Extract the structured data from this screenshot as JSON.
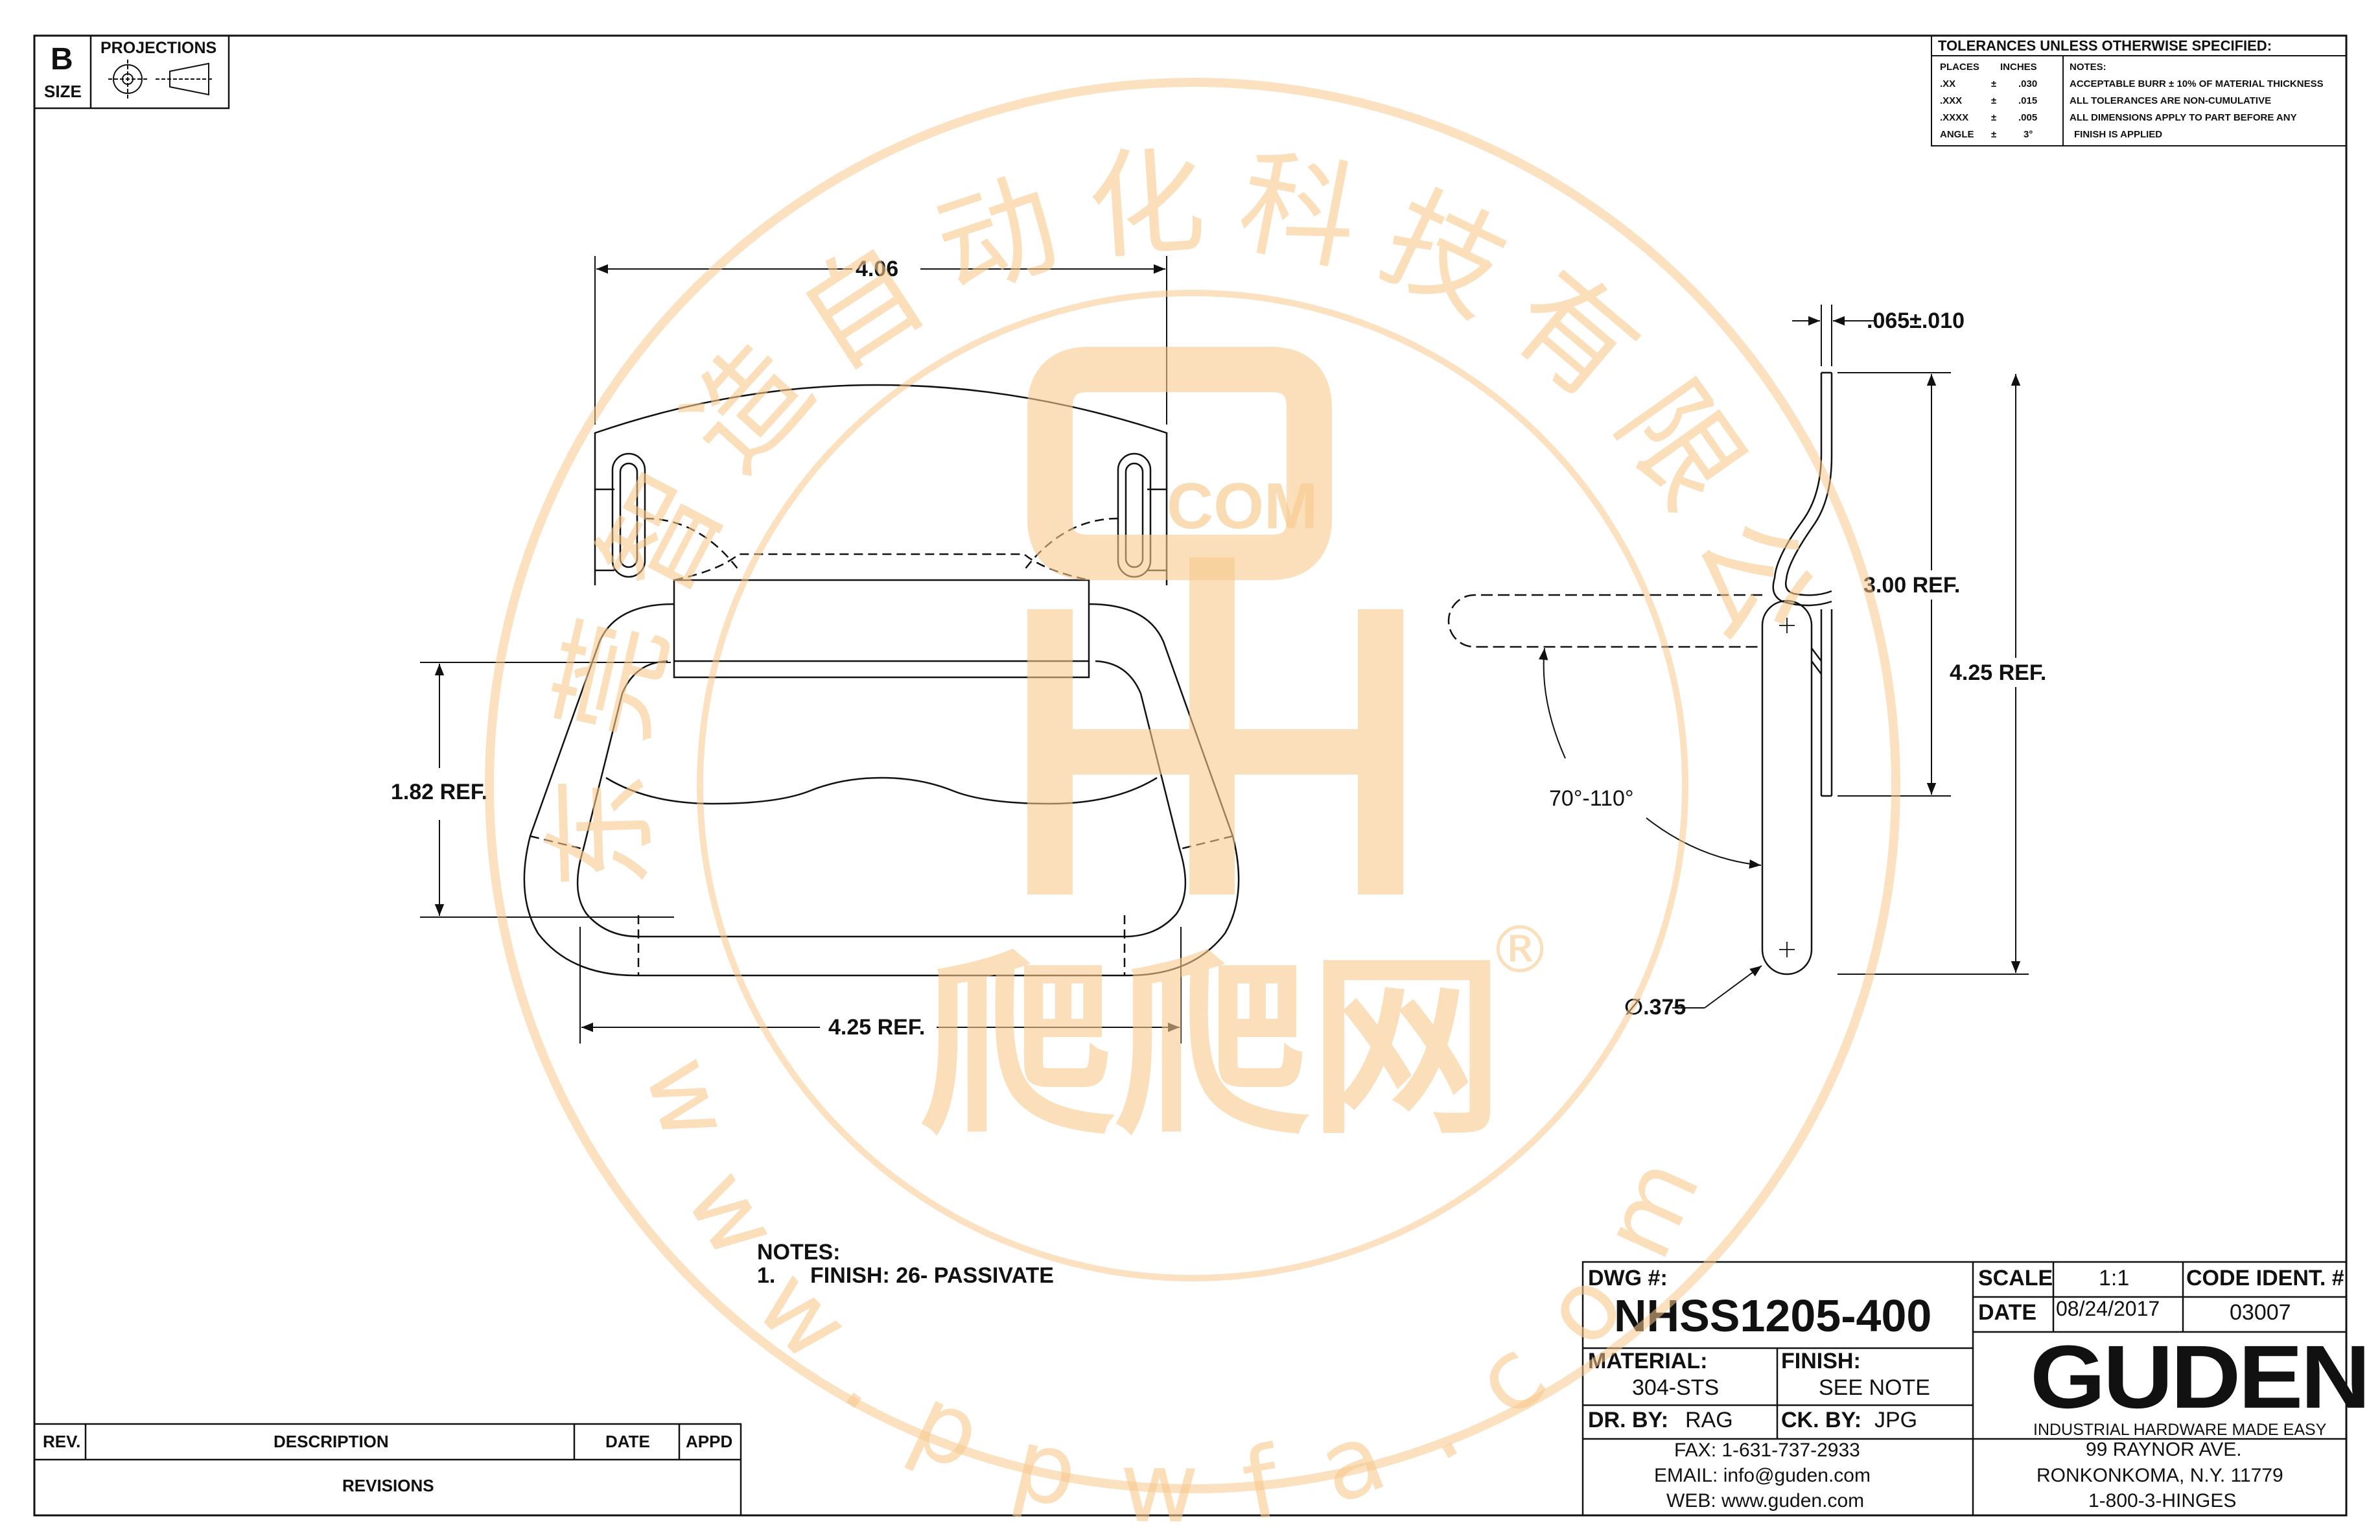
{
  "size_block": {
    "letter": "B",
    "caption": "SIZE",
    "projections_label": "PROJECTIONS"
  },
  "tolerances": {
    "title": "TOLERANCES UNLESS OTHERWISE SPECIFIED:",
    "col_places": "PLACES",
    "col_inches": "INCHES",
    "col_notes": "NOTES:",
    "rows": [
      {
        "place": ".XX",
        "pm": "±",
        "value": ".030"
      },
      {
        "place": ".XXX",
        "pm": "±",
        "value": ".015"
      },
      {
        "place": ".XXXX",
        "pm": "±",
        "value": ".005"
      },
      {
        "place": "ANGLE",
        "pm": "±",
        "value": "3°"
      }
    ],
    "notes": [
      "ACCEPTABLE BURR ± 10% OF MATERIAL THICKNESS",
      "ALL TOLERANCES ARE NON-CUMULATIVE",
      "ALL DIMENSIONS APPLY TO PART BEFORE ANY",
      "FINISH IS APPLIED"
    ]
  },
  "dimensions": {
    "width_top": "4.06",
    "height_left": "1.82 REF.",
    "width_bottom": "4.25 REF.",
    "thickness": ".065±.010",
    "height_inner": "3.00 REF.",
    "height_total": "4.25 REF.",
    "angle": "70°-110°",
    "diameter": "∅.375"
  },
  "notes_block": {
    "title": "NOTES:",
    "item_no": "1.",
    "item_text": "FINISH: 26- PASSIVATE"
  },
  "revisions": {
    "col_rev": "REV.",
    "col_desc": "DESCRIPTION",
    "col_date": "DATE",
    "col_appd": "APPD",
    "footer": "REVISIONS"
  },
  "title_block": {
    "dwg_label": "DWG #:",
    "dwg_number": "NHSS1205-400",
    "scale_label": "SCALE",
    "scale_value": "1:1",
    "code_label": "CODE IDENT. #",
    "code_value": "03007",
    "date_label": "DATE",
    "date_value": "08/24/2017",
    "material_label": "MATERIAL:",
    "material_value": "304-STS",
    "finish_label": "FINISH:",
    "finish_value": "SEE NOTE",
    "dr_label": "DR. BY:",
    "dr_value": "RAG",
    "ck_label": "CK. BY:",
    "ck_value": "JPG",
    "fax": "FAX: 1-631-737-2933",
    "email": "EMAIL: info@guden.com",
    "web": "WEB: www.guden.com",
    "logo_text": "GUDEN",
    "tagline": "INDUSTRIAL HARDWARE MADE EASY",
    "addr1": "99 RAYNOR AVE.",
    "addr2": "RONKONKOMA, N.Y. 11779",
    "phone": "1-800-3-HINGES"
  },
  "watermark": {
    "arc_text": "东莞智造自动化科技有限公司",
    "bottom_text": "www.ppwfa.com",
    "com_text": "COM",
    "brand_text": "爬爬网",
    "registered": "®"
  },
  "colors": {
    "line": "#111111",
    "watermark": "#f7c98c",
    "paper": "#ffffff"
  }
}
